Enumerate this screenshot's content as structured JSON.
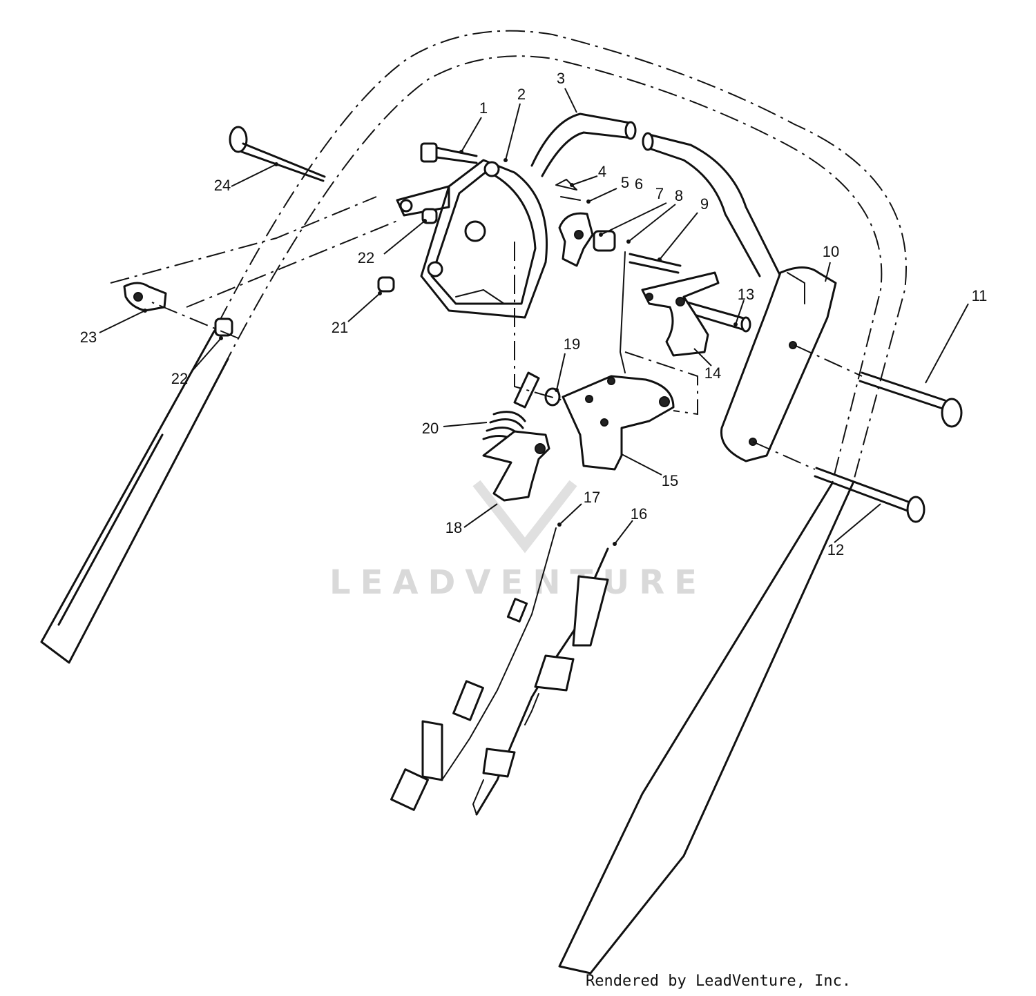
{
  "watermark": {
    "text": "LEADVENTURE"
  },
  "credit": {
    "text": "Rendered by LeadVenture, Inc."
  },
  "callouts": [
    {
      "id": "1",
      "text": "1"
    },
    {
      "id": "2",
      "text": "2"
    },
    {
      "id": "3",
      "text": "3"
    },
    {
      "id": "4",
      "text": "4"
    },
    {
      "id": "5",
      "text": "5"
    },
    {
      "id": "6",
      "text": "6"
    },
    {
      "id": "7",
      "text": "7"
    },
    {
      "id": "8",
      "text": "8"
    },
    {
      "id": "9",
      "text": "9"
    },
    {
      "id": "10",
      "text": "10"
    },
    {
      "id": "11",
      "text": "11"
    },
    {
      "id": "12",
      "text": "12"
    },
    {
      "id": "13",
      "text": "13"
    },
    {
      "id": "14",
      "text": "14"
    },
    {
      "id": "15",
      "text": "15"
    },
    {
      "id": "16",
      "text": "16"
    },
    {
      "id": "17",
      "text": "17"
    },
    {
      "id": "18",
      "text": "18"
    },
    {
      "id": "19",
      "text": "19"
    },
    {
      "id": "20",
      "text": "20"
    },
    {
      "id": "21",
      "text": "21"
    },
    {
      "id": "22a",
      "text": "22"
    },
    {
      "id": "22b",
      "text": "22"
    },
    {
      "id": "23",
      "text": "23"
    },
    {
      "id": "24",
      "text": "24"
    }
  ]
}
